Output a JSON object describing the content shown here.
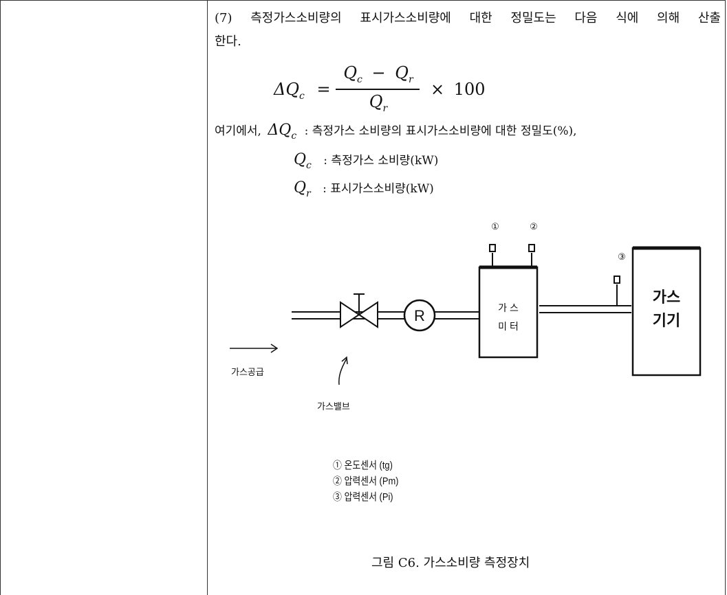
{
  "paragraph": {
    "line1_words": [
      "(7)",
      "측정가스소비량의",
      "표시가스소비량에",
      "대한",
      "정밀도는",
      "다음",
      "식에",
      "의해",
      "산출"
    ],
    "line2": "한다."
  },
  "equation": {
    "lhs_symbol": "Δ",
    "lhs_var": "Q",
    "lhs_sub": "c",
    "equals": "=",
    "num_var1": "Q",
    "num_sub1": "c",
    "minus": "−",
    "num_var2": "Q",
    "num_sub2": "r",
    "den_var": "Q",
    "den_sub": "r",
    "times": "×",
    "factor": "100"
  },
  "definitions": {
    "intro": "여기에서,",
    "items": [
      {
        "symbol_prefix": "Δ",
        "var": "Q",
        "sub": "c",
        "text": ": 측정가스 소비량의 표시가스소비량에  대한 정밀도(%),"
      },
      {
        "symbol_prefix": "",
        "var": "Q",
        "sub": "c",
        "text": ": 측정가스 소비량(kW)"
      },
      {
        "symbol_prefix": "",
        "var": "Q",
        "sub": "r",
        "text": ": 표시가스소비량(kW)"
      }
    ]
  },
  "diagram": {
    "sensor_numbers": [
      "①",
      "②",
      "③"
    ],
    "regulator_label": "R",
    "meter_label_1": "가 스",
    "meter_label_2": "미 터",
    "appliance_label_1": "가스",
    "appliance_label_2": "기기",
    "supply_label": "가스공급",
    "valve_label": "가스밸브"
  },
  "legend": [
    "① 온도센서 (tg)",
    "② 압력센서 (Pm)",
    "③ 압력센서 (Pi)"
  ],
  "caption": "그림 C6.  가스소비량 측정장치"
}
